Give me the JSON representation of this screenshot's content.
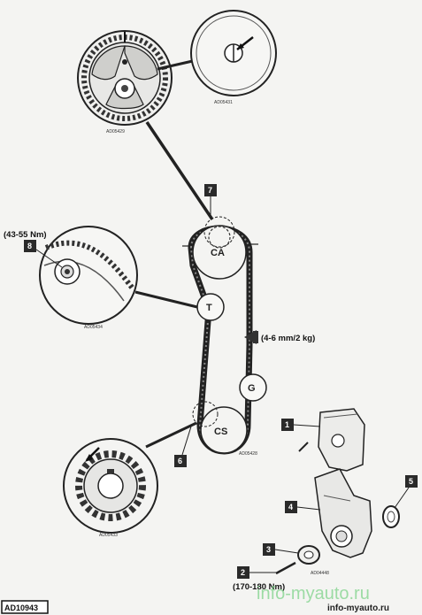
{
  "figure_id": "AD10943",
  "reference_codes": {
    "camshaft_detail": "AD05429",
    "timing_mark_detail": "AD05431",
    "tensioner_detail": "AD05434",
    "belt_layout": "AD05428",
    "crank_detail": "AD05433",
    "exploded_view": "AD04448"
  },
  "pulleys": {
    "camshaft": "CA",
    "tensioner": "T",
    "idler": "G",
    "crankshaft": "CS"
  },
  "callouts": [
    "1",
    "2",
    "3",
    "4",
    "5",
    "6",
    "7",
    "8"
  ],
  "torques": {
    "tensioner_bolt": "(43-55 Nm)",
    "crank_bolt": "(170-180 Nm)"
  },
  "belt_deflection": "(4-6 mm/2 kg)",
  "watermark": {
    "main": "info-myauto.ru",
    "small": "info-myauto.ru"
  },
  "colors": {
    "background": "#f4f4f2",
    "ink": "#1a1a1a",
    "callout_box": "#2a2a2a",
    "watermark": "#7fd38a"
  }
}
